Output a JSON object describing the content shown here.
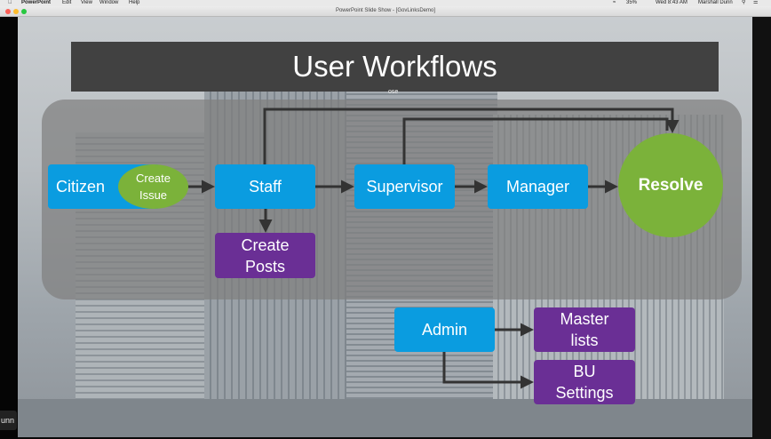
{
  "menubar": {
    "app": "PowerPoint",
    "menus": [
      "Edit",
      "View",
      "Window",
      "Help"
    ],
    "battery": "35%",
    "clock": "Wed 8:43 AM",
    "user": "Marshall Dunn"
  },
  "window": {
    "title": "PowerPoint Slide Show - [GovLinksDemo]"
  },
  "slide": {
    "title": "User Workflows",
    "subtitle_fragment": "ose",
    "nodes": {
      "citizen": "Citizen",
      "create_issue": "Create\nIssue",
      "staff": "Staff",
      "supervisor": "Supervisor",
      "manager": "Manager",
      "resolve": "Resolve",
      "create_posts": "Create\nPosts",
      "admin": "Admin",
      "master_lists": "Master\nlists",
      "bu_settings": "BU\nSettings"
    }
  },
  "camera_label": "unn",
  "colors": {
    "blue": "#0a9ce0",
    "purple": "#6a2f95",
    "green": "#7bb23a",
    "title_band": "#414141",
    "arrow": "#333333"
  }
}
